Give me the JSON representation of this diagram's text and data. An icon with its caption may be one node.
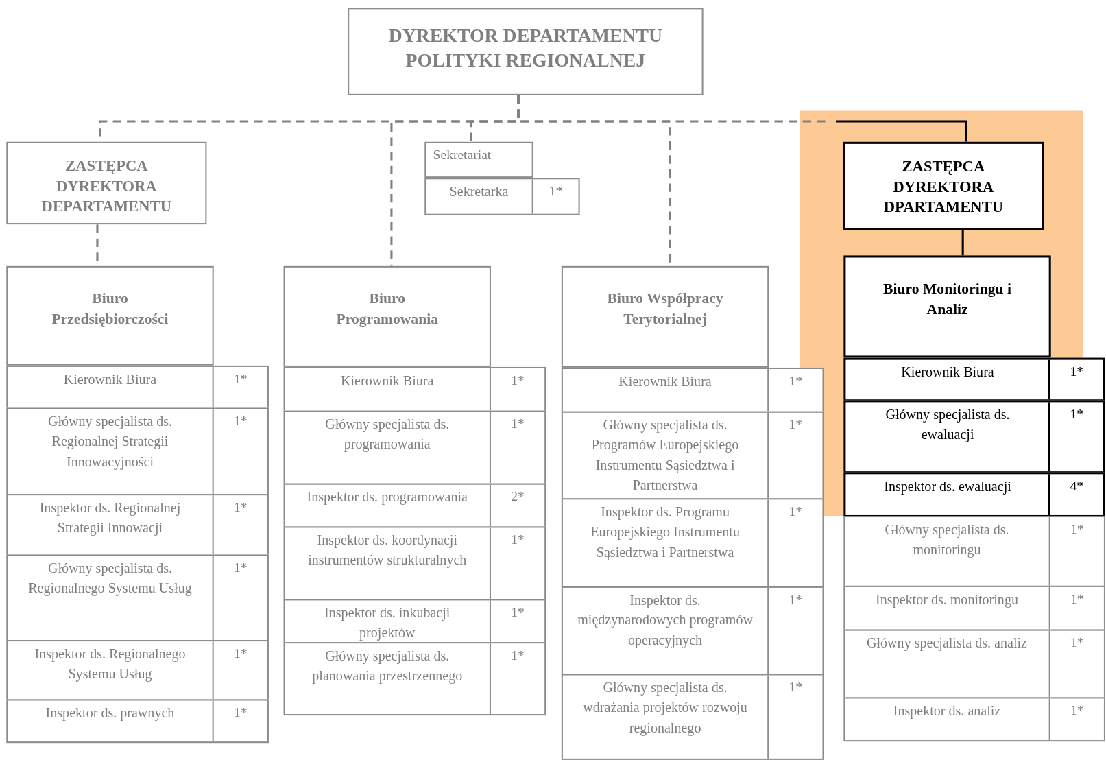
{
  "diagram": {
    "nodes": [
      {
        "text": [
          "DYREKTOR DEPARTAMENTU POLITYKI REGIONALNEJ"
        ]
      },
      {
        "text": [
          "ZASTĘPCA DYREKTORA DEPARTAMENTU"
        ]
      },
      {
        "text": [
          "Sekretariat"
        ]
      },
      {
        "text": [
          "Sekretarka",
          "1*"
        ]
      },
      {
        "text": [
          "ZASTĘPCA DYREKTORA DPARTAMENTU"
        ]
      },
      {
        "text": [
          "Biuro Przedsiębiorczości"
        ]
      },
      {
        "text": [
          "Kierownik Biura",
          "1*"
        ]
      },
      {
        "text": [
          "Główny specjalista ds. Regionalnej Strategii Innowacyjności",
          "1*"
        ]
      },
      {
        "text": [
          "Inspektor ds. Regionalnej Strategii Innowacji",
          "1*"
        ]
      },
      {
        "text": [
          "Główny specjalista ds. Regionalnego Systemu Usług",
          "1*"
        ]
      },
      {
        "text": [
          "Inspektor  ds. Regionalnego Systemu Usług",
          "1*"
        ]
      },
      {
        "text": [
          "Inspektor ds. prawnych",
          "1*"
        ]
      },
      {
        "text": [
          "Biuro Programowania"
        ]
      },
      {
        "text": [
          "Kierownik Biura",
          "1*"
        ]
      },
      {
        "text": [
          "Główny specjalista ds. programowania",
          "1*"
        ]
      },
      {
        "text": [
          "Inspektor ds. programowania",
          "2*"
        ]
      },
      {
        "text": [
          "Inspektor ds. koordynacji instrumentów strukturalnych",
          "1*"
        ]
      },
      {
        "text": [
          "Inspektor ds. inkubacji projektów",
          "1*"
        ]
      },
      {
        "text": [
          "Główny specjalista ds. planowania przestrzennego",
          "1*"
        ]
      },
      {
        "text": [
          "Biuro Współpracy Terytorialnej"
        ]
      },
      {
        "text": [
          "Kierownik Biura",
          "1*"
        ]
      },
      {
        "text": [
          "Główny specjalista ds. Programów Europejskiego Instrumentu Sąsiedztwa i Partnerstwa",
          "1*"
        ]
      },
      {
        "text": [
          "Inspektor ds. Programu Europejskiego Instrumentu Sąsiedztwa i Partnerstwa",
          "1*"
        ]
      },
      {
        "text": [
          "Inspektor ds. międzynarodowych programów operacyjnych",
          "1*"
        ]
      },
      {
        "text": [
          "Główny specjalista ds. wdrażania projektów rozwoju regionalnego",
          "1*"
        ]
      },
      {
        "text": [
          "Biuro Monitoringu i Analiz"
        ]
      },
      {
        "text": [
          "Kierownik Biura",
          "1*"
        ]
      },
      {
        "text": [
          "Główny specjalista ds. ewaluacji",
          "1*"
        ]
      },
      {
        "text": [
          "Inspektor ds. ewaluacji",
          "4*"
        ]
      },
      {
        "text": [
          "Główny specjalista ds. monitoringu",
          "1*"
        ]
      },
      {
        "text": [
          "Inspektor ds. monitoringu",
          "1*"
        ]
      },
      {
        "text": [
          "Główny specjalista ds. analiz",
          "1*"
        ]
      },
      {
        "text": [
          "Inspektor ds. analiz",
          "1*"
        ]
      }
    ],
    "edges": [
      {
        "from": 0,
        "to": 1,
        "arrow": "none",
        "style": "dashed"
      },
      {
        "from": 0,
        "to": 2,
        "arrow": "none",
        "style": "dashed"
      },
      {
        "from": 0,
        "to": 12,
        "arrow": "none",
        "style": "dashed"
      },
      {
        "from": 0,
        "to": 19,
        "arrow": "none",
        "style": "dashed"
      },
      {
        "from": 0,
        "to": 4,
        "arrow": "none",
        "style": "dashed"
      },
      {
        "from": 1,
        "to": 5,
        "arrow": "none",
        "style": "dashed"
      },
      {
        "from": 4,
        "to": 25,
        "arrow": "none",
        "color": "#000000"
      }
    ]
  }
}
